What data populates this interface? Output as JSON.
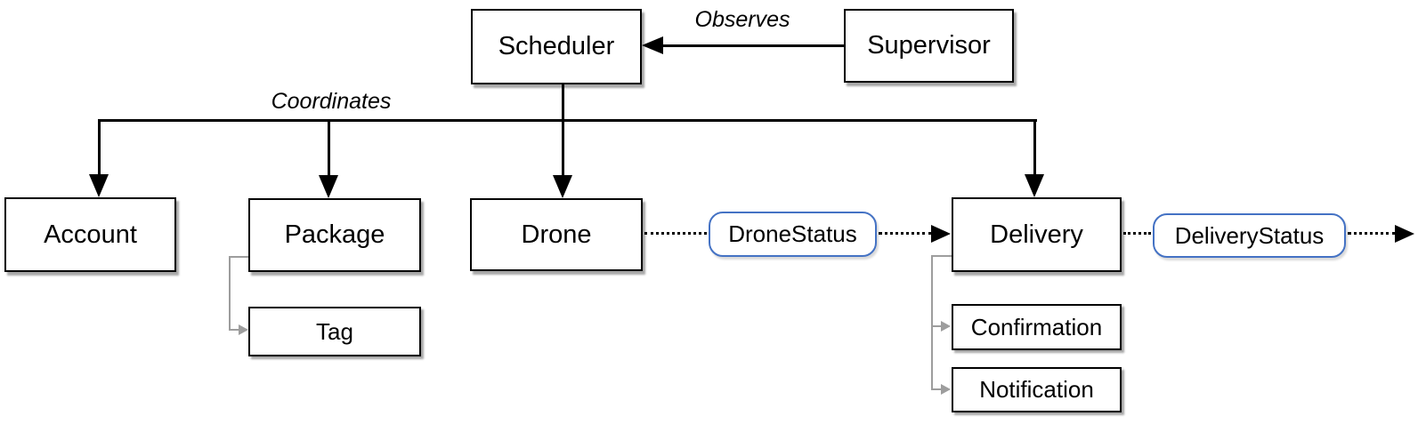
{
  "diagram": {
    "nodes": {
      "scheduler": {
        "label": "Scheduler"
      },
      "supervisor": {
        "label": "Supervisor"
      },
      "account": {
        "label": "Account"
      },
      "package": {
        "label": "Package"
      },
      "tag": {
        "label": "Tag"
      },
      "drone": {
        "label": "Drone"
      },
      "drone_status": {
        "label": "DroneStatus"
      },
      "delivery": {
        "label": "Delivery"
      },
      "delivery_status": {
        "label": "DeliveryStatus"
      },
      "confirmation": {
        "label": "Confirmation"
      },
      "notification": {
        "label": "Notification"
      }
    },
    "edge_labels": {
      "observes": "Observes",
      "coordinates": "Coordinates"
    },
    "colors": {
      "box_border": "#000000",
      "box_fill": "#ffffff",
      "status_border": "#4472c4",
      "text": "#000000",
      "connector": "#9d9d9d",
      "background": "#ffffff"
    }
  }
}
